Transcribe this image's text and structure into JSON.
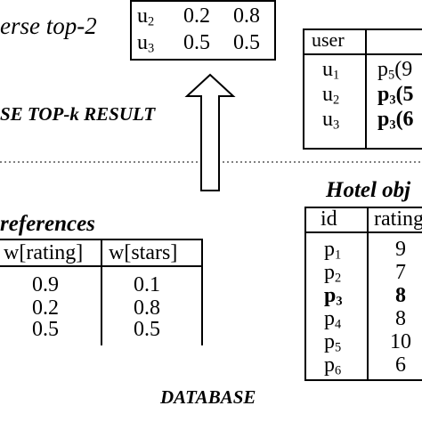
{
  "reverse_topk": {
    "label": "erse top-2",
    "rows": [
      {
        "user": "u",
        "sub": "2",
        "v1": "0.2",
        "v2": "0.8"
      },
      {
        "user": "u",
        "sub": "3",
        "v1": "0.5",
        "v2": "0.5"
      }
    ],
    "section_title": "SE TOP-k RESULT"
  },
  "result_table": {
    "header_user": "user",
    "rows": [
      {
        "user": "u",
        "sub": "1",
        "val": "p",
        "val_sub": "5",
        "tail": "(9",
        "bold": false
      },
      {
        "user": "u",
        "sub": "2",
        "val": "p",
        "val_sub": "3",
        "tail": "(5",
        "bold": true
      },
      {
        "user": "u",
        "sub": "3",
        "val": "p",
        "val_sub": "3",
        "tail": "(6",
        "bold": true
      }
    ]
  },
  "preferences": {
    "title": "references",
    "header_rating": "w[rating]",
    "header_stars": "w[stars]",
    "header_prefix": "w",
    "rows": [
      {
        "rating": "0.9",
        "stars": "0.1"
      },
      {
        "rating": "0.2",
        "stars": "0.8"
      },
      {
        "rating": "0.5",
        "stars": "0.5"
      }
    ]
  },
  "hotels": {
    "title": "Hotel obj",
    "header_id": "id",
    "header_rating": "rating",
    "rows": [
      {
        "id": "p",
        "sub": "1",
        "rating": "9",
        "bold": false
      },
      {
        "id": "p",
        "sub": "2",
        "rating": "7",
        "bold": false
      },
      {
        "id": "p",
        "sub": "3",
        "rating": "8",
        "bold": true
      },
      {
        "id": "p",
        "sub": "4",
        "rating": "8",
        "bold": false
      },
      {
        "id": "p",
        "sub": "5",
        "rating": "10",
        "bold": false
      },
      {
        "id": "p",
        "sub": "6",
        "rating": "6",
        "bold": false
      }
    ]
  },
  "database_label": "DATABASE"
}
